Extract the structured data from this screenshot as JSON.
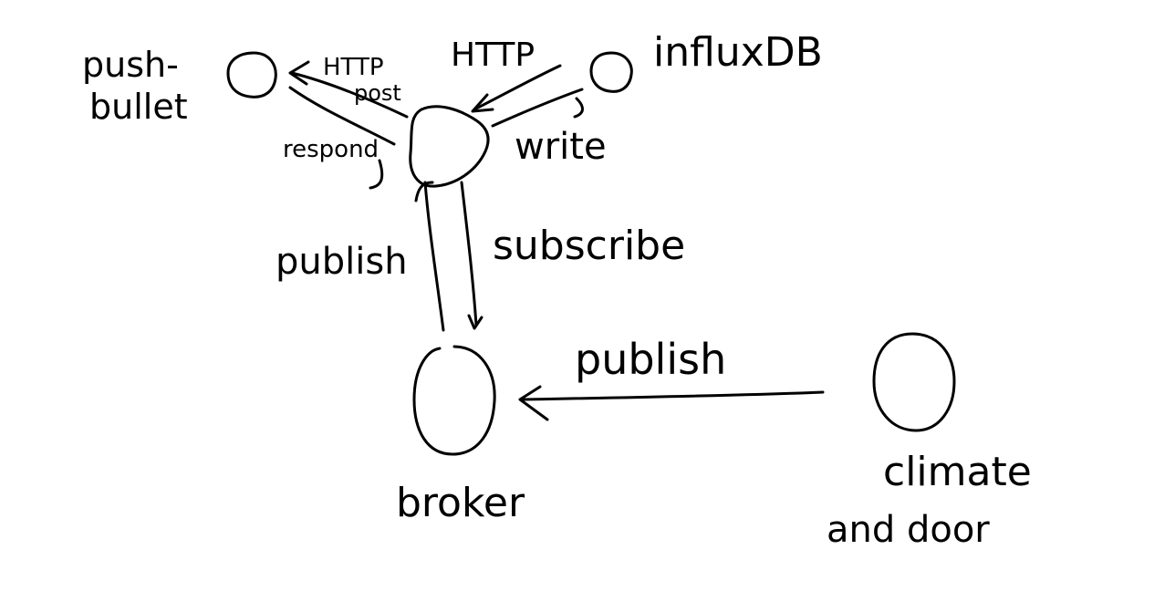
{
  "nodes": {
    "pushbullet": {
      "label_line1": "push-",
      "label_line2": "bullet"
    },
    "influxdb": {
      "label": "influxDB"
    },
    "broker": {
      "label": "broker"
    },
    "climate": {
      "label_line1": "climate",
      "label_line2": "and door"
    }
  },
  "edges": {
    "http_post": {
      "label_line1": "HTTP",
      "label_line2": "post"
    },
    "respond": {
      "label": "respond"
    },
    "http_write": {
      "label_top": "HTTP",
      "label_bottom": "write"
    },
    "publish_up": {
      "label": "publish"
    },
    "subscribe": {
      "label": "subscribe"
    },
    "publish_climate": {
      "label": "publish"
    }
  }
}
